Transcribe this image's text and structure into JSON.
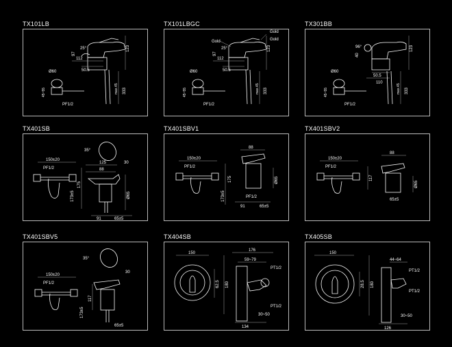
{
  "sheet": {
    "cells": [
      {
        "id": "TX101LB",
        "title": "TX101LB",
        "labels": [
          "97",
          "25°",
          "112",
          "50.5",
          "123",
          "333",
          "max.45",
          "Ø60",
          "45~55",
          "PF1/2"
        ]
      },
      {
        "id": "TX101LBGC",
        "title": "TX101LBGC",
        "labels": [
          "Gold",
          "Gold",
          "Gold",
          "97",
          "25°",
          "112",
          "50.5",
          "123",
          "333",
          "max.45",
          "Ø60",
          "45~55",
          "PF1/2"
        ]
      },
      {
        "id": "TX301BB",
        "title": "TX301BB",
        "labels": [
          "40",
          "96°",
          "50.5",
          "110",
          "123",
          "333",
          "max.45",
          "Ø60",
          "45~55",
          "PF1/2"
        ]
      },
      {
        "id": "TX401SB",
        "title": "TX401SB",
        "labels": [
          "150±20",
          "PF1/2",
          "125",
          "30",
          "88",
          "35°",
          "175",
          "173±5",
          "91",
          "65±5",
          "Ø65"
        ]
      },
      {
        "id": "TX401SBV1",
        "title": "TX401SBV1",
        "labels": [
          "150±20",
          "PF1/2",
          "88",
          "175",
          "173±5",
          "91",
          "65±5",
          "Ø65"
        ]
      },
      {
        "id": "TX401SBV2",
        "title": "TX401SBV2",
        "labels": [
          "150±20",
          "PF1/2",
          "117",
          "88",
          "65±5",
          "Ø65"
        ]
      },
      {
        "id": "TX401SBV5",
        "title": "TX401SBV5",
        "labels": [
          "150±20",
          "PF1/2",
          "35°",
          "117",
          "173±5",
          "65±5",
          "30"
        ]
      },
      {
        "id": "TX404SB",
        "title": "TX404SB",
        "labels": [
          "150",
          "176",
          "59~79",
          "PT1/2",
          "PT1/2",
          "62.5",
          "180",
          "134",
          "30~50"
        ]
      },
      {
        "id": "TX405SB",
        "title": "TX405SB",
        "labels": [
          "150",
          "44~64",
          "PT1/2",
          "PT1/2",
          "28.5",
          "180",
          "126",
          "30~50"
        ]
      }
    ]
  }
}
